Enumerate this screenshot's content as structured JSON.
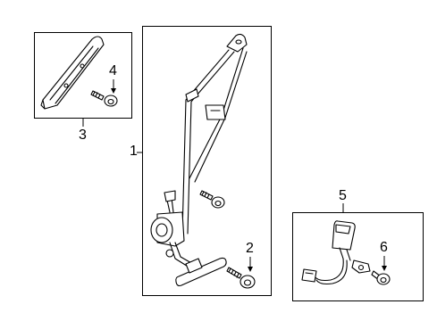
{
  "callouts": {
    "seat_belt_assembly": "1",
    "bolt_lower": "2",
    "height_adjuster": "3",
    "bolt_adjuster": "4",
    "buckle_assembly": "5",
    "bolt_buckle": "6"
  }
}
